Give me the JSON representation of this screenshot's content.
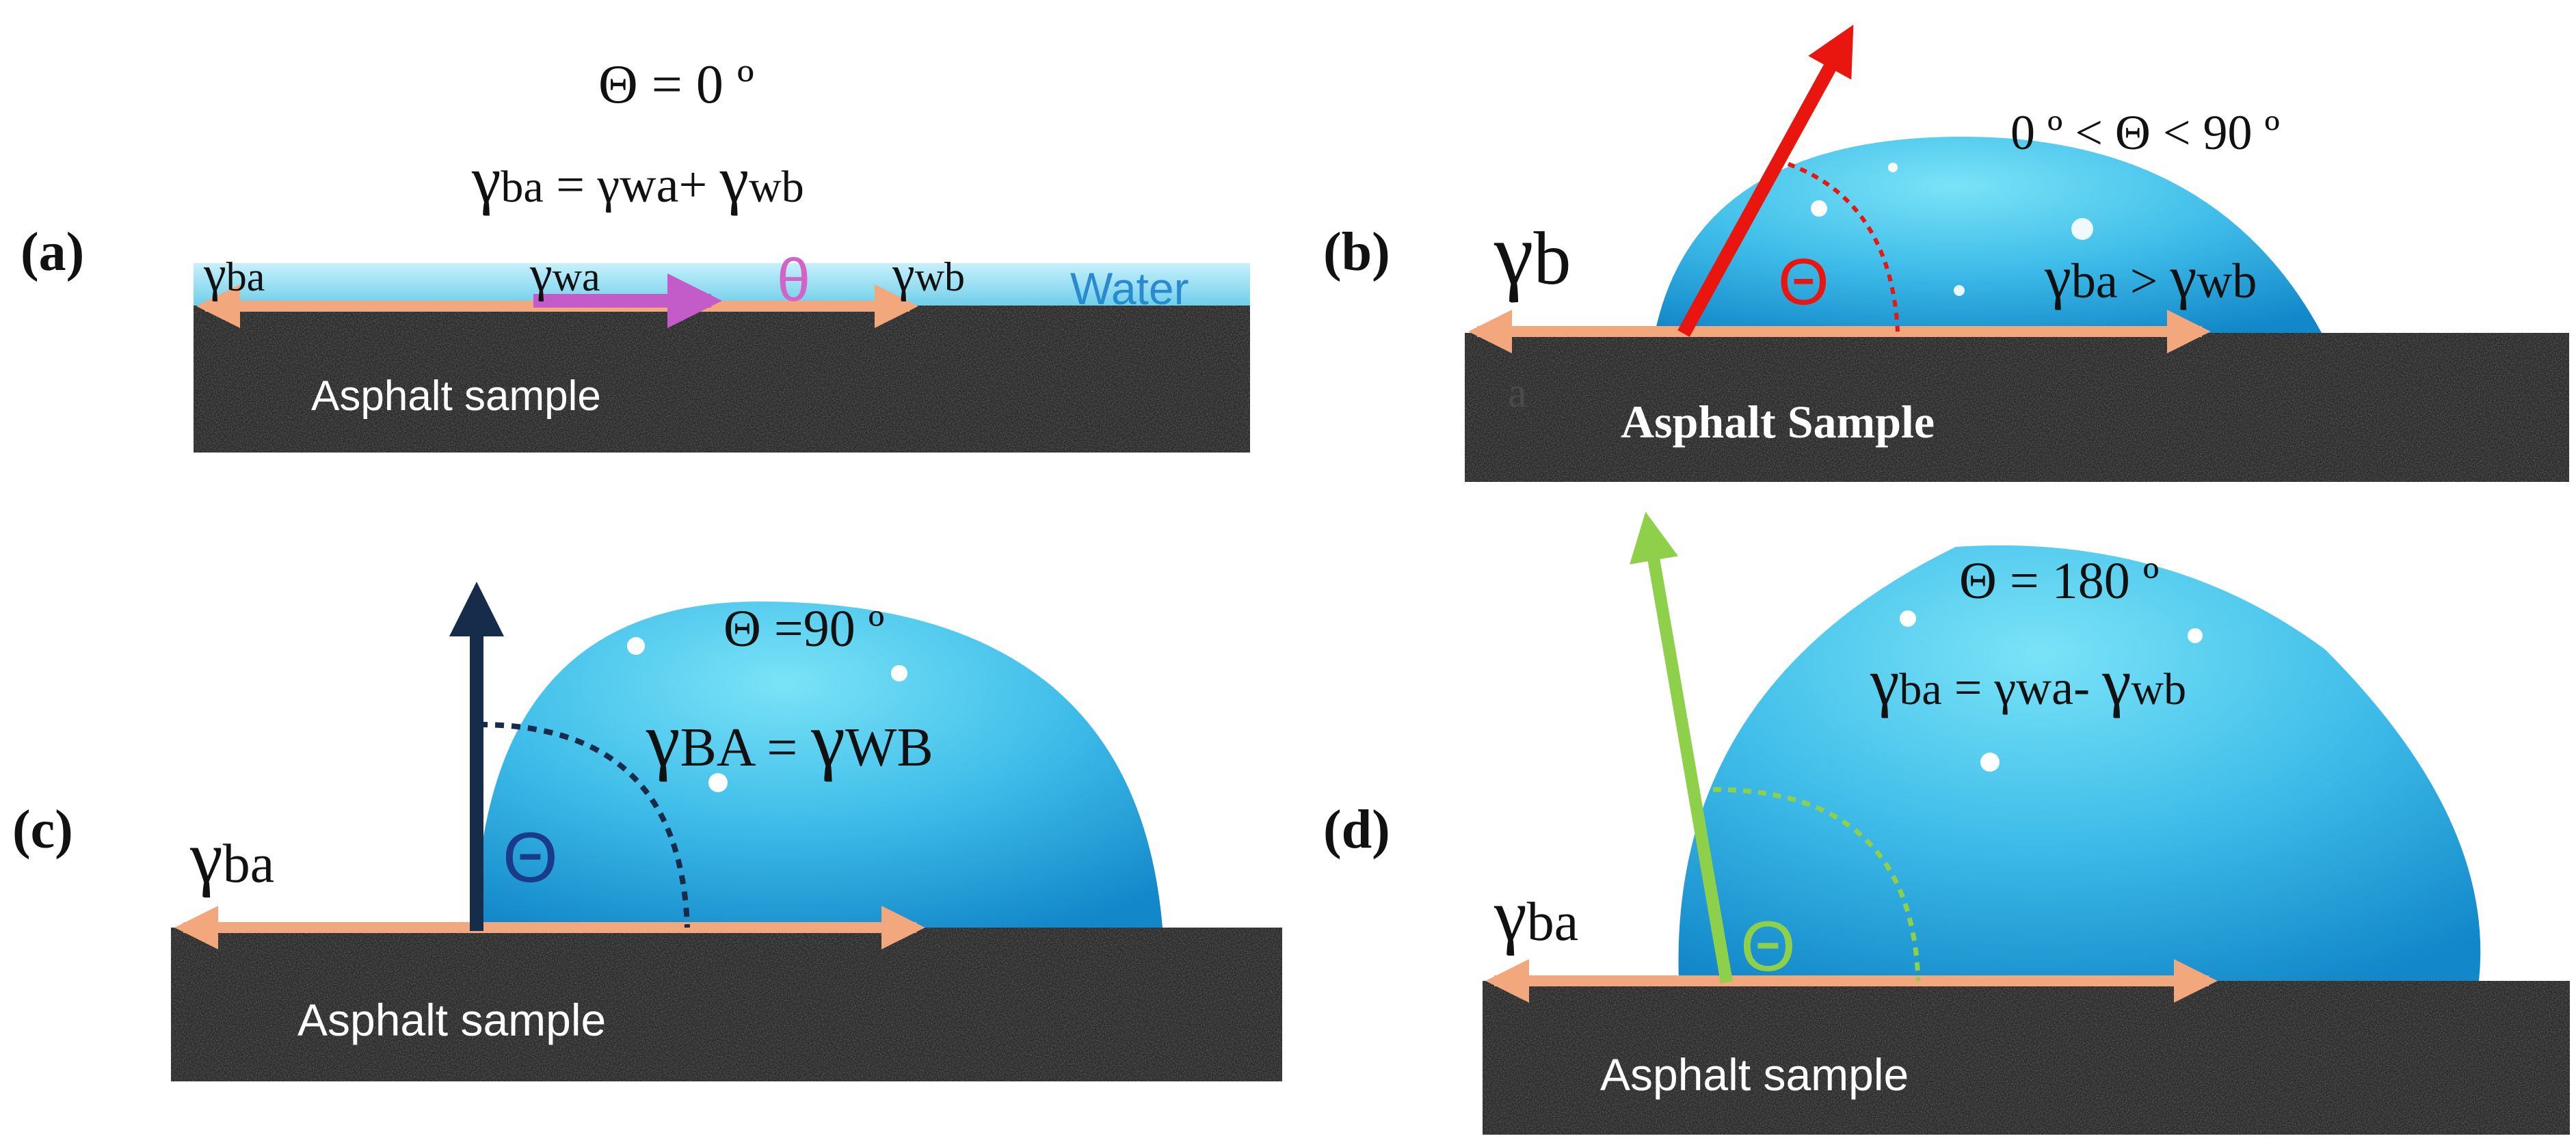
{
  "panels": {
    "a": {
      "label": "(a)",
      "angle_text": "Θ = 0 º",
      "equation": {
        "lhs": "γ",
        "lhs_sub": "ba",
        "mid": " = ",
        "t1": "γwa+ ",
        "t2": "γ",
        "t2_sub": "wb"
      },
      "gamma_ba": {
        "sym": "γ",
        "sub": "ba"
      },
      "gamma_wa": {
        "sym": "γ",
        "sub": "wa"
      },
      "gamma_wb": {
        "sym": "γ",
        "sub": "wb"
      },
      "theta": "θ",
      "water_label": "Water",
      "sample_label": "Asphalt sample",
      "colors": {
        "theta": "#d463c8",
        "arrow_wa": "#c35cc8",
        "water": "#8fdcef",
        "water_text": "#2a8ad0"
      }
    },
    "b": {
      "label": "(b)",
      "angle_text": "0 º < Θ < 90 º",
      "gamma_b": {
        "sym": "γ",
        "sub": "b"
      },
      "stray_letter": "a",
      "theta": "Θ",
      "relation": {
        "lhs": "γ",
        "lhs_sub": "ba",
        "op": " > ",
        "rhs": "γ",
        "rhs_sub": "wb"
      },
      "sample_label": "Asphalt Sample",
      "colors": {
        "arrow": "#e8160f",
        "theta": "#e8160f"
      }
    },
    "c": {
      "label": "(c)",
      "angle_text": "Θ =90 º",
      "equation": {
        "lhs": "γ",
        "lhs_sub": "BA",
        "op": " = ",
        "rhs": "γ",
        "rhs_sub": "WB"
      },
      "gamma_ba": {
        "sym": "γ",
        "sub": "ba"
      },
      "theta": "Θ",
      "sample_label": "Asphalt sample",
      "colors": {
        "arrow": "#172b4a",
        "theta": "#1a3a8a"
      }
    },
    "d": {
      "label": "(d)",
      "angle_text": "Θ = 180 º",
      "equation": {
        "lhs": "γ",
        "lhs_sub": "ba",
        "op": " = ",
        "t1": "γwa- ",
        "t2": "γ",
        "t2_sub": "wb"
      },
      "gamma_ba": {
        "sym": "γ",
        "sub": "ba"
      },
      "theta": "Θ",
      "sample_label": "Asphalt sample",
      "colors": {
        "arrow": "#8fd04a",
        "theta": "#8fd04a"
      }
    }
  },
  "colors": {
    "surface_arrow": "#f2a77d",
    "asphalt": "#2b2b2b",
    "drop_light": "#5fd6f2",
    "drop_dark": "#1286c9"
  }
}
